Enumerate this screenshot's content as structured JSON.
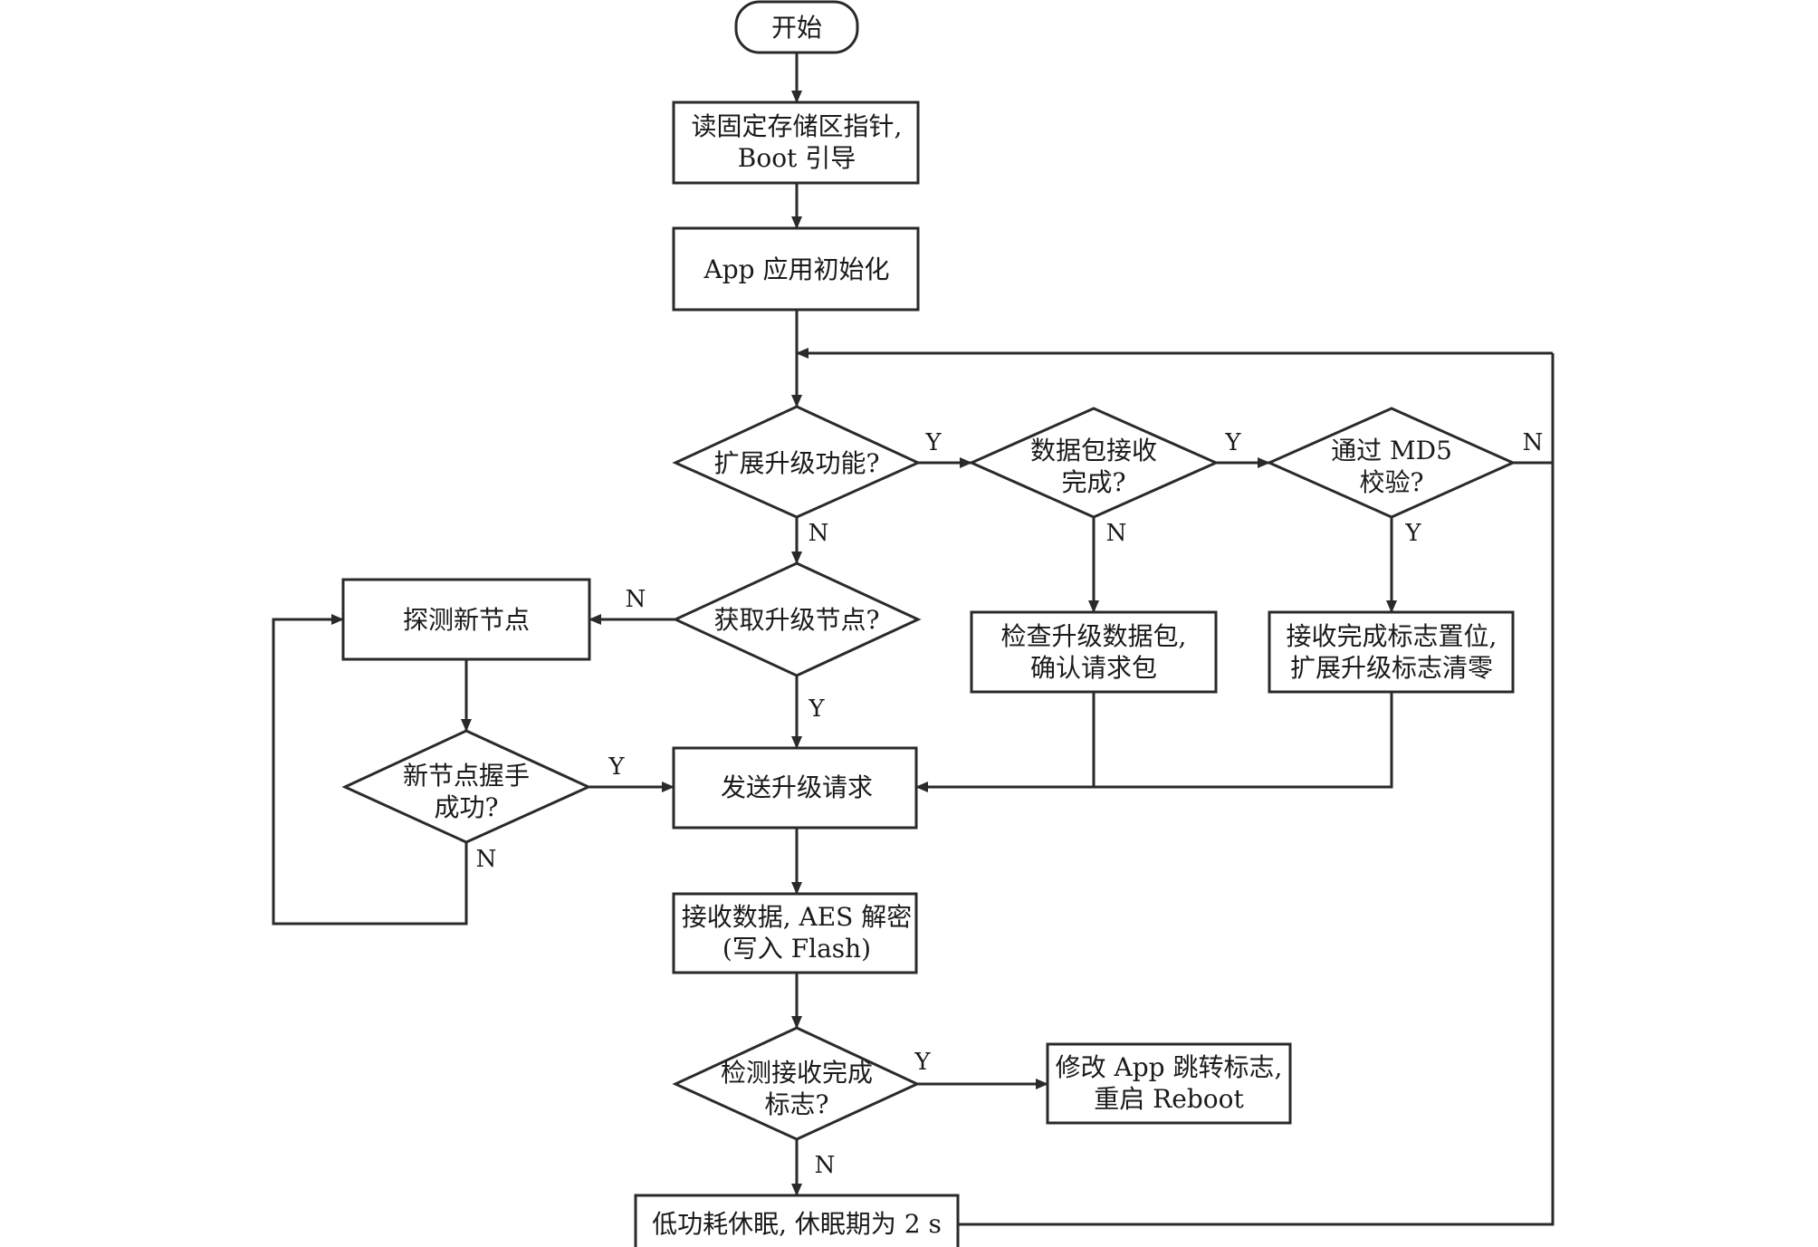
{
  "nodes": {
    "start": "开始",
    "read_pointer": [
      "读固定存储区指针,",
      "Boot 引导"
    ],
    "app_init": "App 应用初始化",
    "ext_upgrade": "扩展升级功能?",
    "pkt_done": [
      "数据包接收",
      "完成?"
    ],
    "md5": [
      "通过 MD5",
      "校验?"
    ],
    "check_pkt": [
      "检查升级数据包,",
      "确认请求包"
    ],
    "recv_flag": [
      "接收完成标志置位,",
      "扩展升级标志清零"
    ],
    "get_node": "获取升级节点?",
    "probe": "探测新节点",
    "handshake": [
      "新节点握手",
      "成功?"
    ],
    "send_req": "发送升级请求",
    "recv_data": [
      "接收数据, AES 解密",
      "(写入 Flash)"
    ],
    "detect_flag": [
      "检测接收完成",
      "标志?"
    ],
    "modify": [
      "修改 App 跳转标志,",
      "重启 Reboot"
    ],
    "sleep": "低功耗休眠, 休眠期为 2 s"
  },
  "edge_labels": {
    "ext_yes": "Y",
    "ext_no": "N",
    "pkt_yes": "Y",
    "pkt_no": "N",
    "md5_yes": "Y",
    "md5_no": "N",
    "get_no": "N",
    "get_yes": "Y",
    "hs_yes": "Y",
    "hs_no": "N",
    "detect_yes": "Y",
    "detect_no": "N"
  }
}
